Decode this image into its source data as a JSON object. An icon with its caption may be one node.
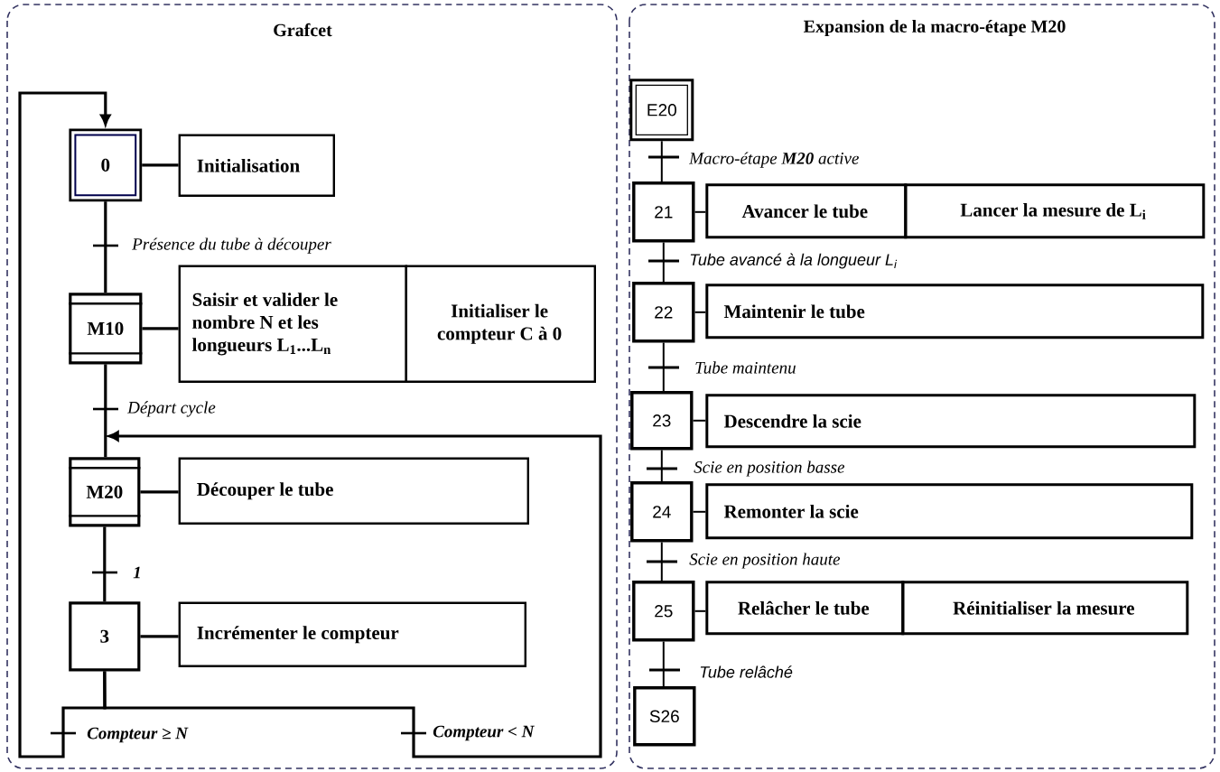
{
  "diagram": {
    "nodes": [
      {
        "text": [
          "Grafcet"
        ]
      },
      {
        "text": [
          "Expansion de la macro-étape M20"
        ]
      },
      {
        "text": [
          "0"
        ],
        "in": 0
      },
      {
        "text": [
          "Initialisation"
        ],
        "in": 0
      },
      {
        "text": [
          "M10"
        ],
        "in": 0
      },
      {
        "text": [
          "Saisir et valider le nombre N et les longueurs L$_{1}$...L$_{n}$"
        ],
        "in": 0
      },
      {
        "text": [
          "Initialiser le compteur C à 0"
        ],
        "in": 0
      },
      {
        "text": [
          "M20"
        ],
        "in": 0
      },
      {
        "text": [
          "Découper le tube"
        ],
        "in": 0
      },
      {
        "text": [
          "3"
        ],
        "in": 0
      },
      {
        "text": [
          "Incrémenter le compteur"
        ],
        "in": 0
      },
      {
        "text": [
          "E20"
        ],
        "in": 1
      },
      {
        "text": [
          "21"
        ],
        "in": 1
      },
      {
        "text": [
          "Avancer le tube"
        ],
        "in": 1
      },
      {
        "text": [
          "Lancer la mesure de L$_{i}$"
        ],
        "in": 1
      },
      {
        "text": [
          "22"
        ],
        "in": 1
      },
      {
        "text": [
          "Maintenir le tube"
        ],
        "in": 1
      },
      {
        "text": [
          "23"
        ],
        "in": 1
      },
      {
        "text": [
          "Descendre la scie"
        ],
        "in": 1
      },
      {
        "text": [
          "24"
        ],
        "in": 1
      },
      {
        "text": [
          "Remonter la scie"
        ],
        "in": 1
      },
      {
        "text": [
          "25"
        ],
        "in": 1
      },
      {
        "text": [
          "Relâcher le tube"
        ],
        "in": 1
      },
      {
        "text": [
          "Réinitialiser la mesure"
        ],
        "in": 1
      },
      {
        "text": [
          "S26"
        ],
        "in": 1
      }
    ],
    "edges": [
      {
        "from": 2,
        "to": 3,
        "arrow": "none"
      },
      {
        "from": 2,
        "to": 4,
        "arrow": "none",
        "label": "Présence du tube à découper"
      },
      {
        "from": 4,
        "to": 5,
        "arrow": "none"
      },
      {
        "from": 4,
        "to": 7,
        "arrow": "none",
        "label": "Départ cycle"
      },
      {
        "from": 7,
        "to": 8,
        "arrow": "none"
      },
      {
        "from": 7,
        "to": 9,
        "arrow": "none",
        "label": "1"
      },
      {
        "from": 9,
        "to": 10,
        "arrow": "none"
      },
      {
        "from": 9,
        "to": 2,
        "arrow": "to",
        "label": "Compteur ≥ N"
      },
      {
        "from": 9,
        "to": 7,
        "arrow": "to",
        "label": "Compteur < N"
      },
      {
        "from": 11,
        "to": 12,
        "arrow": "none",
        "label": "Macro-étape **M20** active"
      },
      {
        "from": 12,
        "to": 13,
        "arrow": "none"
      },
      {
        "from": 12,
        "to": 15,
        "arrow": "none",
        "label": "Tube avancé à la longueur L$_{i}$"
      },
      {
        "from": 15,
        "to": 16,
        "arrow": "none"
      },
      {
        "from": 15,
        "to": 17,
        "arrow": "none",
        "label": "Tube maintenu"
      },
      {
        "from": 17,
        "to": 18,
        "arrow": "none"
      },
      {
        "from": 17,
        "to": 19,
        "arrow": "none",
        "label": "Scie en position basse"
      },
      {
        "from": 19,
        "to": 20,
        "arrow": "none"
      },
      {
        "from": 19,
        "to": 21,
        "arrow": "none",
        "label": "Scie en position haute"
      },
      {
        "from": 21,
        "to": 22,
        "arrow": "none"
      },
      {
        "from": 21,
        "to": 24,
        "arrow": "none",
        "label": "Tube relâché"
      }
    ]
  }
}
